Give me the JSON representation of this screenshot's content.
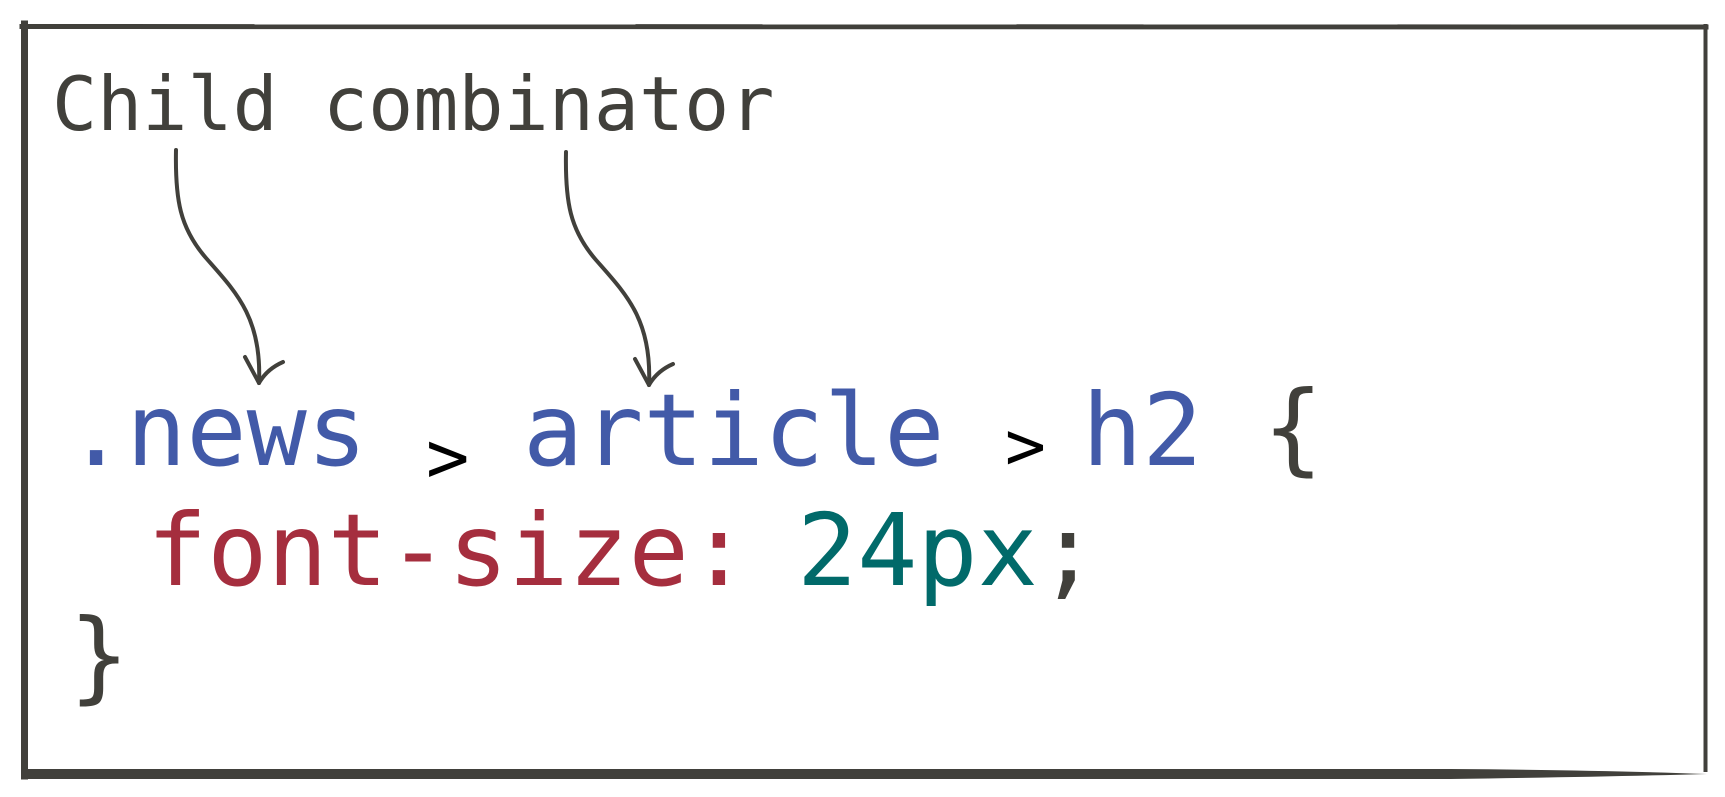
{
  "diagram": {
    "annotation": {
      "label": "Child combinator",
      "arrow_count": 2,
      "arrow_targets": [
        "first >",
        "second >"
      ]
    },
    "code": {
      "line1": {
        "selector1": ".news",
        "combinator1": ">",
        "selector2": "article",
        "combinator2": ">",
        "selector3": "h2",
        "open_brace": "{"
      },
      "line2": {
        "property": "font-size:",
        "value": "24px",
        "semicolon": ";"
      },
      "line3": {
        "close_brace": "}"
      }
    },
    "colors": {
      "selector": "#425aa8",
      "combinator": "#000000",
      "property": "#a52e3e",
      "value": "#016a6a",
      "punctuation": "#41403b",
      "frame": "#41403b",
      "annotation": "#41403b",
      "background": "#ffffff"
    }
  }
}
